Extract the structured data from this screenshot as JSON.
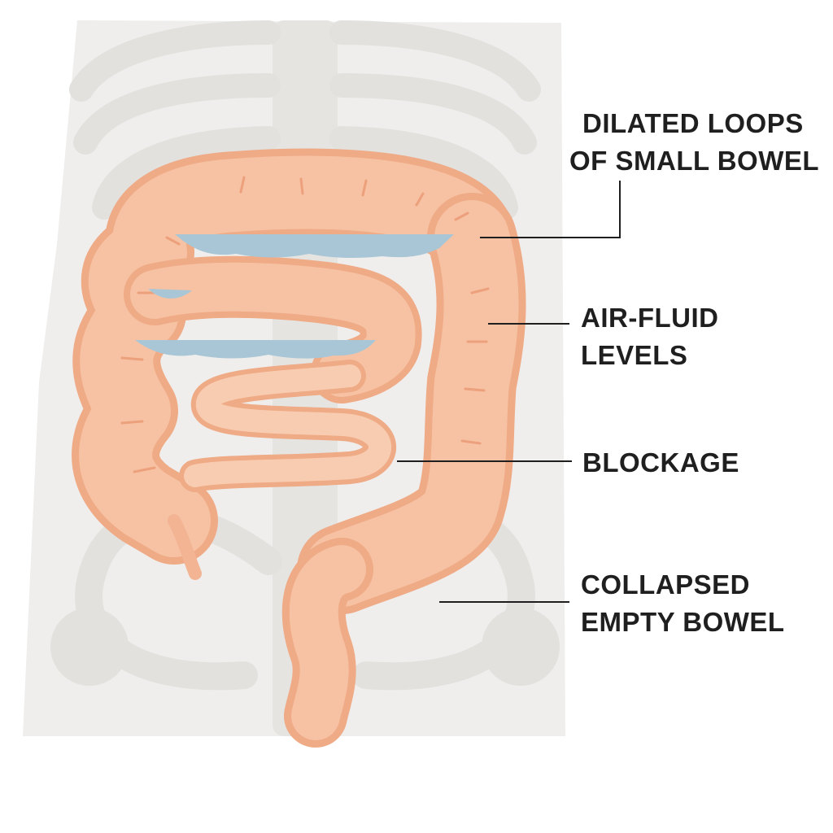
{
  "labels": {
    "dilated": {
      "line1": "DILATED LOOPS",
      "line2": "OF SMALL BOWEL"
    },
    "air_fluid": {
      "line1": "AIR-FLUID",
      "line2": "LEVELS"
    },
    "blockage": {
      "line1": "BLOCKAGE"
    },
    "collapsed": {
      "line1": "COLLAPSED",
      "line2": "EMPTY BOWEL"
    }
  },
  "colors": {
    "background": "#ffffff",
    "torso": "#efeeec",
    "bone": "#e2e1de",
    "bowel_fill": "#f6c2a3",
    "bowel_outline": "#efaa86",
    "bowel_shade": "#eda07c",
    "fluid": "#a9c6d6",
    "text": "#1f1f1f"
  }
}
